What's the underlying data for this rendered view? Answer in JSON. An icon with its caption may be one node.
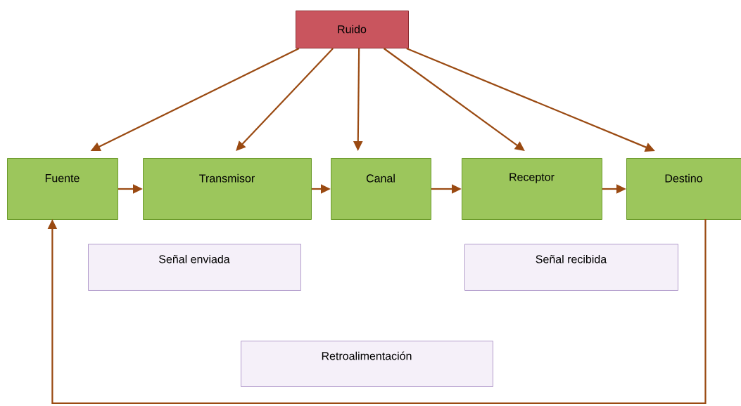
{
  "diagram": {
    "nodes": [
      {
        "text": [
          "Ruido"
        ]
      },
      {
        "text": [
          "Fuente"
        ]
      },
      {
        "text": [
          "Transmisor"
        ]
      },
      {
        "text": [
          "Canal"
        ]
      },
      {
        "text": [
          "Receptor"
        ]
      },
      {
        "text": [
          "Destino"
        ]
      },
      {
        "text": [
          "Señal enviada"
        ]
      },
      {
        "text": [
          "Señal recibida"
        ]
      },
      {
        "text": [
          "Retroalimentación"
        ]
      }
    ],
    "edges": [
      {
        "from": 0,
        "to": 1,
        "arrow": "to"
      },
      {
        "from": 0,
        "to": 2,
        "arrow": "to"
      },
      {
        "from": 0,
        "to": 3,
        "arrow": "to"
      },
      {
        "from": 0,
        "to": 4,
        "arrow": "to"
      },
      {
        "from": 0,
        "to": 5,
        "arrow": "to"
      },
      {
        "from": 1,
        "to": 2,
        "arrow": "to"
      },
      {
        "from": 2,
        "to": 3,
        "arrow": "to"
      },
      {
        "from": 3,
        "to": 4,
        "arrow": "to"
      },
      {
        "from": 4,
        "to": 5,
        "arrow": "to"
      },
      {
        "from": 5,
        "to": 1,
        "arrow": "to"
      }
    ]
  }
}
